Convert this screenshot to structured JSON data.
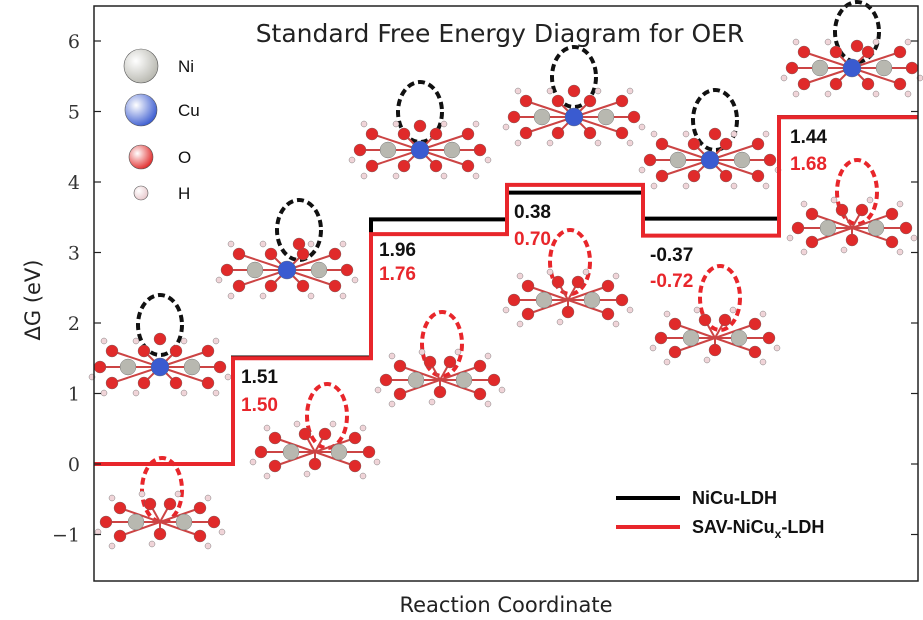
{
  "chart_data": {
    "type": "line",
    "title": "Standard Free Energy Diagram for OER",
    "xlabel": "Reaction Coordinate",
    "ylabel": "ΔG (eV)",
    "ylim": [
      -1.5,
      6.5
    ],
    "xlim": [
      0,
      5
    ],
    "yticks": [
      "-1",
      "0",
      "1",
      "2",
      "3",
      "4",
      "5",
      "6"
    ],
    "grid": false,
    "legend_position": "bottom-right",
    "series": [
      {
        "name": "NiCu-LDH",
        "color": "#000000",
        "levels": [
          0,
          1.51,
          3.47,
          3.85,
          3.48,
          4.92
        ],
        "step_labels": [
          "1.51",
          "1.96",
          "0.38",
          "-0.37",
          "1.44"
        ]
      },
      {
        "name": "SAV-NiCu",
        "name_sub": "x",
        "name_suffix": "-LDH",
        "color": "#e8262b",
        "levels": [
          0,
          1.5,
          3.26,
          3.96,
          3.24,
          4.92
        ],
        "step_labels": [
          "1.50",
          "1.76",
          "0.70",
          "-0.72",
          "1.68"
        ]
      }
    ],
    "atom_key": [
      {
        "label": "Ni",
        "color": "#b8b8b0"
      },
      {
        "label": "Cu",
        "color": "#3a5bd0"
      },
      {
        "label": "O",
        "color": "#e02a2a"
      },
      {
        "label": "H",
        "color": "#e8c8cc"
      }
    ]
  }
}
